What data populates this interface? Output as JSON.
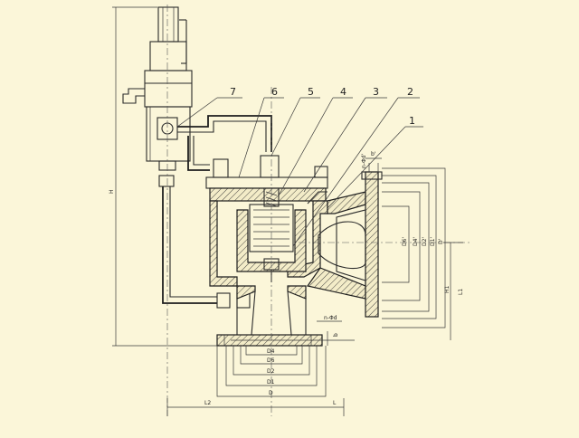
{
  "diagram": {
    "part_numbers": [
      "7",
      "6",
      "5",
      "4",
      "3",
      "2",
      "1"
    ],
    "dimension_labels": {
      "bottom_flange": [
        "D4",
        "D6",
        "D2",
        "D1",
        "D"
      ],
      "side_flange": [
        "D6'",
        "D4'",
        "D2'",
        "D1'",
        "D'"
      ],
      "height_h": "H",
      "height_h1": "H1",
      "length_l1": "L1",
      "length_l2": "L2",
      "length_l": "L",
      "flange_thk_b": "b",
      "flange_thk_b2": "b'",
      "bolt_nd": "n-Φd",
      "bolt_nd2": "n-Φd'"
    },
    "colors": {
      "background": "#fbf6d9",
      "line": "#222222"
    }
  }
}
